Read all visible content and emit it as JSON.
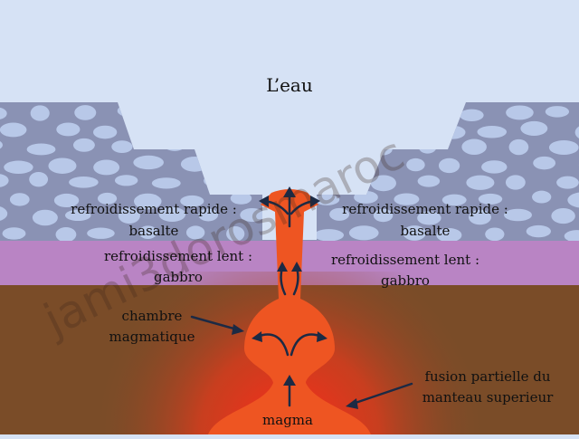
{
  "diagram": {
    "water_label": "L’eau",
    "left_basalt": [
      "refroidissement rapide :",
      "basalte"
    ],
    "right_basalt": [
      "refroidissement rapide :",
      "basalte"
    ],
    "left_gabbro": [
      "refroidissement lent :",
      "gabbro"
    ],
    "right_gabbro": [
      "refroidissement lent :",
      "gabbro"
    ],
    "chamber": [
      "chambre",
      "magmatique"
    ],
    "mantle_melt": [
      "fusion partielle du",
      "manteau superieur"
    ],
    "magma": "magma",
    "watermark": "jami3dorosmaroc"
  },
  "colors": {
    "water": "#d6e2f5",
    "basalt": "#8a92b4",
    "pebble": "#b8c8e8",
    "gabbro": "#b984c4",
    "mantle": "#7a4c28",
    "magma": "#ee5522",
    "hot": "#ff2a1a",
    "arrow": "#1c2a44"
  }
}
